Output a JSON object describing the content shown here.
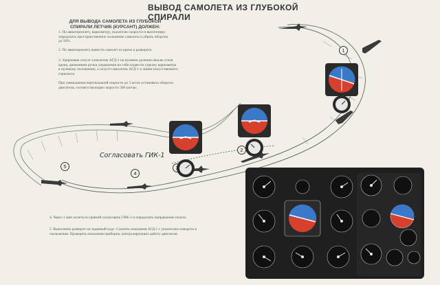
{
  "title": "ВЫВОД САМОЛЕТА ИЗ ГЛУБОКОЙ СПИРАЛИ",
  "instructions": {
    "heading": "ДЛЯ ВЫВОДА САМОЛЕТА ИЗ ГЛУБОКОЙ СПИРАЛИ ЛЕТЧИК (КУРСАНТ) ДОЛЖЕН:",
    "step1": "1. По авиагоризонту, вариометру, указателю скорости и высотомеру определить пространственное положение самолета и убрать обороты до 50%.",
    "step2": "2. По авиагоризонту вывести самолет из крена и разворота.",
    "step3": "3. Удерживая силуэт-самолетик АГД-1 на нулевом делении шкалы углов крена, движением ручки управления на себя подвести стрелку вариометра к нулевому положению, а силуэт-самолетик АГД-1 к линии искусственного горизонта.",
    "step3b": "При уменьшении вертикальной скорости до 5 м/сек установить обороты двигателя, соответствующие скорости 300 км/час.",
    "step4": "4. Через 1 мин полета по прямой согласовать ГИК-1 и определить направление полета.",
    "step5": "5. Выполнить разворот на заданный курс. Сличить показания АГД-1 с указателем поворота и скольжения. Проверить показания приборов, контролирующих работу двигателя."
  },
  "diagram_label": "Согласовать ГИК-1",
  "step_numbers": [
    "1",
    "2",
    "3",
    "4",
    "5"
  ],
  "colors": {
    "paper": "#f1efe8",
    "ink": "#2b2b2b",
    "panel": "#1f1f1f",
    "sky": "#3a78c8",
    "ground": "#d8402e"
  }
}
